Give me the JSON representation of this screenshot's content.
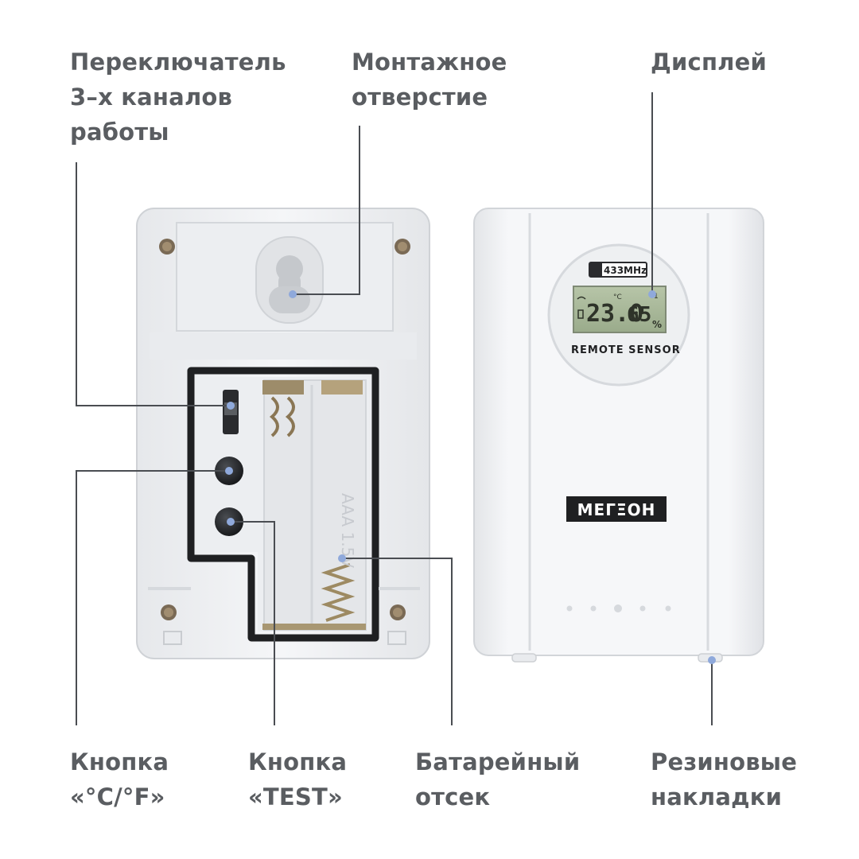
{
  "labels": {
    "channel_switch": [
      "Переключатель",
      "3–х каналов",
      "работы"
    ],
    "mounting_hole": [
      "Монтажное",
      "отверстие"
    ],
    "display": [
      "Дисплей"
    ],
    "cf_button": [
      "Кнопка",
      "«°C/°F»"
    ],
    "test_button": [
      "Кнопка",
      "«TEST»"
    ],
    "battery_compartment": [
      "Батарейный",
      "отсек"
    ],
    "rubber_pads": [
      "Резиновые",
      "накладки"
    ]
  },
  "device": {
    "frequency_badge": "433MHz",
    "lcd_temperature": "23.0",
    "lcd_humidity": "65",
    "lcd_unit_degree": "°C",
    "lcd_percent": "%",
    "lcd_channel": "1",
    "sensor_caption": "REMOTE SENSOR",
    "brand": "МΕΓΞΟΗ",
    "battery_marking": "AAA 1.5V"
  },
  "colors": {
    "label_text": "#5a5d61",
    "leader_line": "#4a4d52",
    "dot": "#8fa9db",
    "device_body": "#f2f3f5",
    "lcd_background": "#a8b89a"
  }
}
